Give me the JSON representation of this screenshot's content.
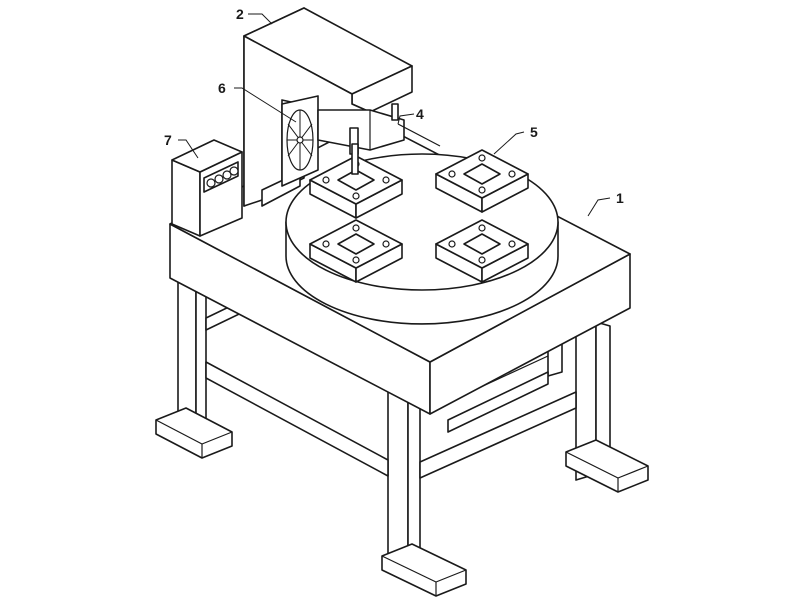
{
  "diagram": {
    "labels": [
      {
        "id": "table",
        "text": "1"
      },
      {
        "id": "press-column",
        "text": "2"
      },
      {
        "id": "press-head",
        "text": "4"
      },
      {
        "id": "mold",
        "text": "5"
      },
      {
        "id": "fan",
        "text": "6"
      },
      {
        "id": "control-box",
        "text": "7"
      }
    ]
  }
}
